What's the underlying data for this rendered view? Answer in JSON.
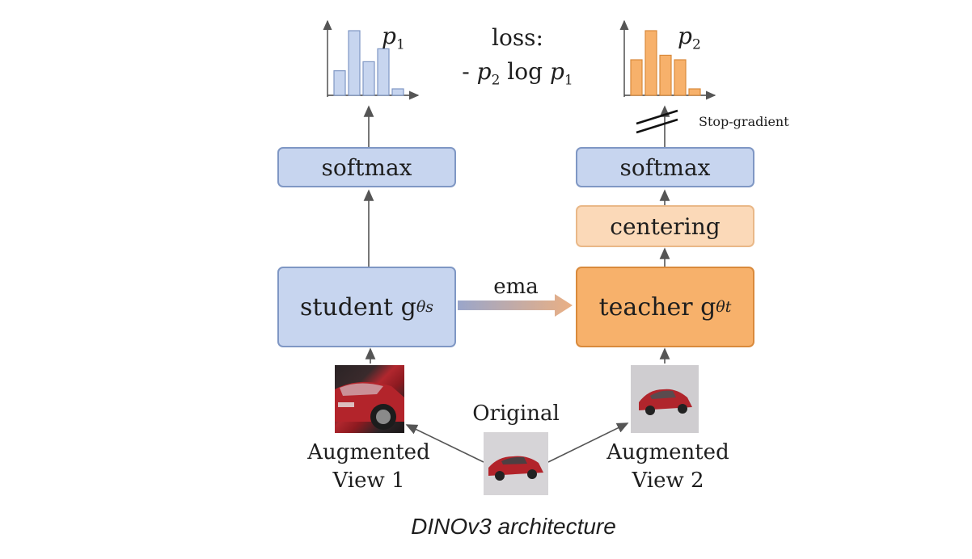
{
  "student_hist": {
    "label": "p",
    "sub": "1",
    "values": [
      0.38,
      1.0,
      0.52,
      0.72,
      0.1
    ]
  },
  "teacher_hist": {
    "label": "p",
    "sub": "2",
    "values": [
      0.55,
      1.0,
      0.62,
      0.55,
      0.1
    ]
  },
  "loss": {
    "line1": "loss:",
    "line2_prefix": "- ",
    "p2": "p",
    "p2_sub": "2",
    "log": " log ",
    "p1": "p",
    "p1_sub": "1"
  },
  "stop_gradient": "Stop-gradient",
  "student_softmax": "softmax",
  "teacher_softmax": "softmax",
  "centering": "centering",
  "student": {
    "label": "student g",
    "sub": "θs"
  },
  "teacher": {
    "label": "teacher g",
    "sub": "θt"
  },
  "ema": "ema",
  "original": "Original",
  "aug1": {
    "line1": "Augmented",
    "line2": "View 1"
  },
  "aug2": {
    "line1": "Augmented",
    "line2": "View 2"
  },
  "caption": "DINOv3 architecture",
  "colors": {
    "blue_fill": "#c7d5ef",
    "blue_edge": "#7f97c4",
    "orange_fill": "#f7b16b",
    "orange_edge": "#d98a3c",
    "peach_fill": "#fbd9b8",
    "arrow": "#555555"
  }
}
